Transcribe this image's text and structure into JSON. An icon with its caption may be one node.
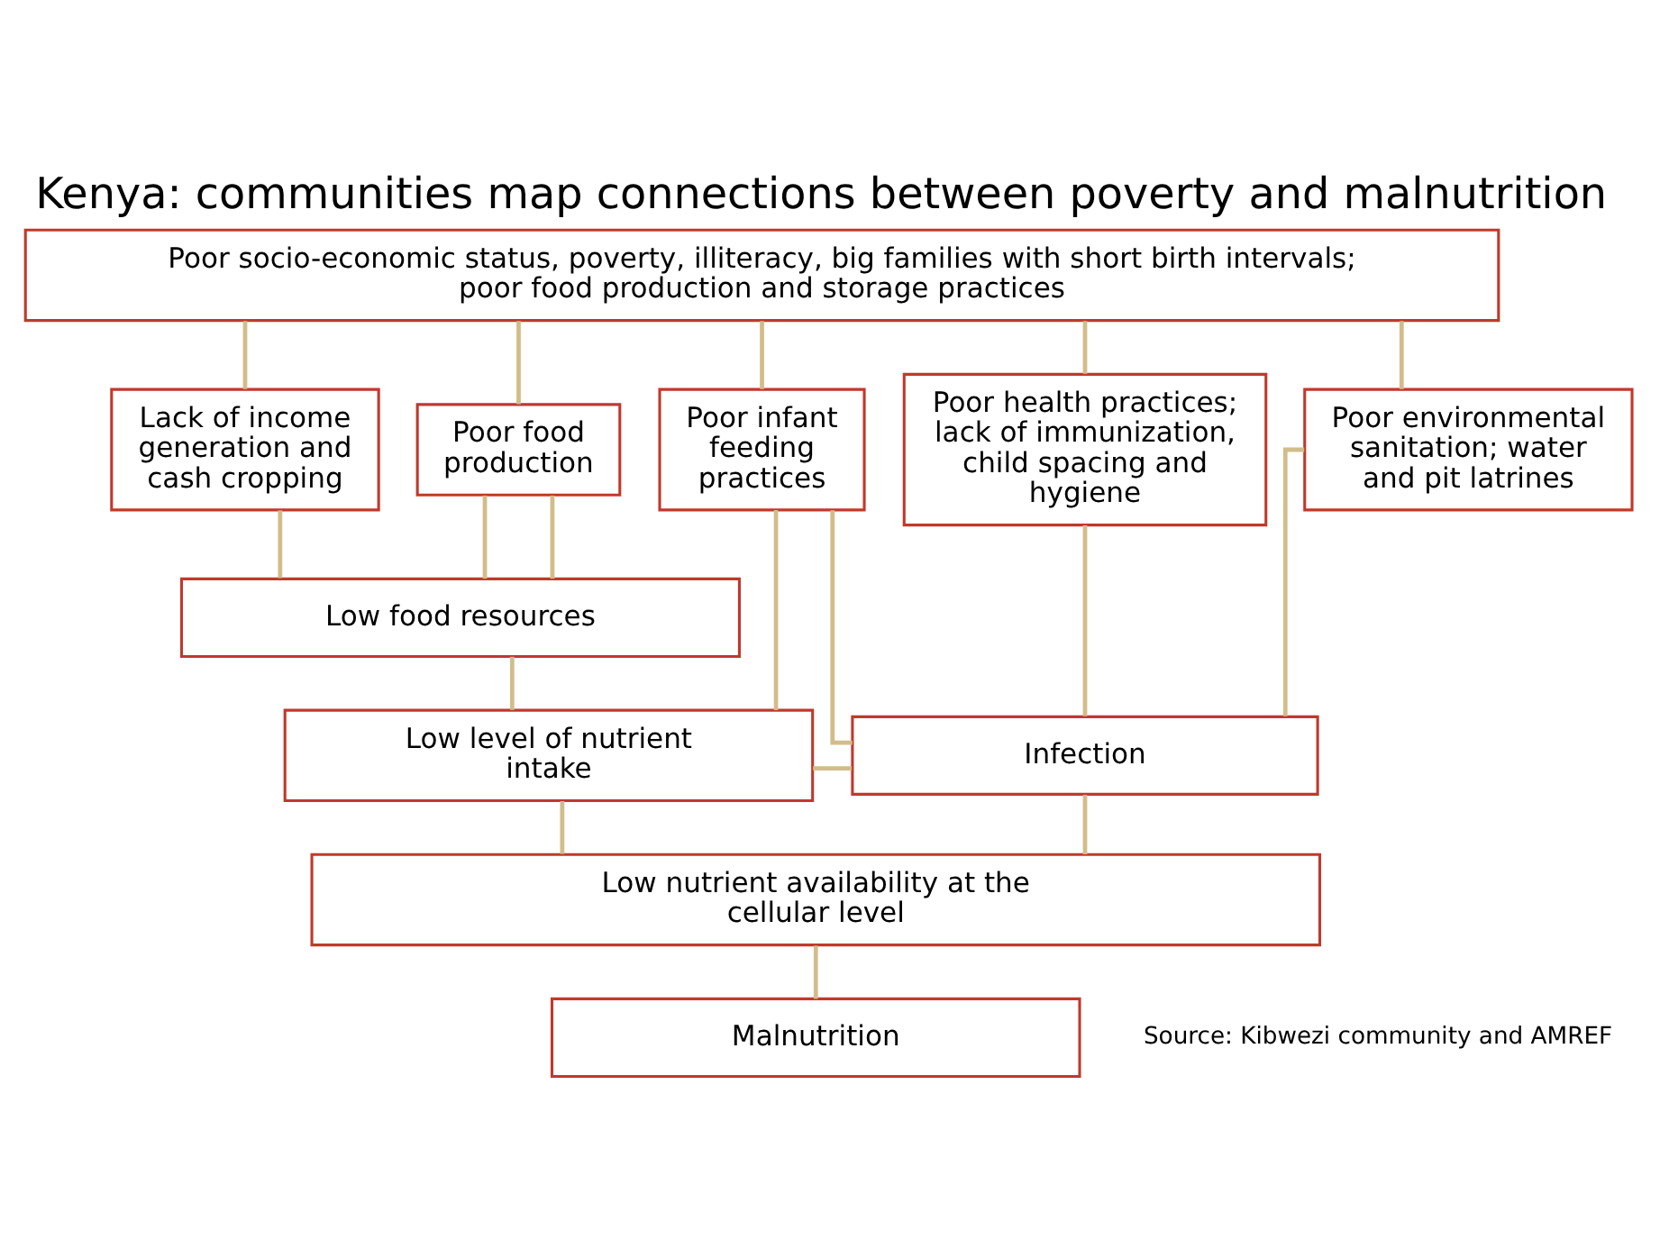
{
  "diagram": {
    "title": "Kenya: communities map connections between poverty and malnutrition",
    "nodes": [
      {
        "text": [
          "Poor socio-economic status, poverty, illiteracy, big families with short birth intervals; poor food production and storage practices"
        ]
      },
      {
        "text": [
          "Lack of income generation and cash cropping"
        ]
      },
      {
        "text": [
          "Poor food production"
        ]
      },
      {
        "text": [
          "Poor infant feeding practices"
        ]
      },
      {
        "text": [
          "Poor health practices; lack of immunization, child spacing and hygiene"
        ]
      },
      {
        "text": [
          "Poor environmental sanitation; water and pit latrines"
        ]
      },
      {
        "text": [
          "Low food resources"
        ]
      },
      {
        "text": [
          "Low level of nutrient intake"
        ]
      },
      {
        "text": [
          "Infection"
        ]
      },
      {
        "text": [
          "Low nutrient availability at the cellular level"
        ]
      },
      {
        "text": [
          "Malnutrition"
        ]
      }
    ],
    "edges": [
      {
        "from": 0,
        "to": 1,
        "arrow": "none"
      },
      {
        "from": 0,
        "to": 2,
        "arrow": "none"
      },
      {
        "from": 0,
        "to": 3,
        "arrow": "none"
      },
      {
        "from": 0,
        "to": 4,
        "arrow": "none"
      },
      {
        "from": 0,
        "to": 5,
        "arrow": "none"
      },
      {
        "from": 1,
        "to": 6,
        "arrow": "none"
      },
      {
        "from": 2,
        "to": 6,
        "arrow": "none"
      },
      {
        "from": 2,
        "to": 6,
        "arrow": "none"
      },
      {
        "from": 6,
        "to": 7,
        "arrow": "none"
      },
      {
        "from": 3,
        "to": 7,
        "arrow": "none"
      },
      {
        "from": 3,
        "to": 8,
        "arrow": "none"
      },
      {
        "from": 7,
        "to": 8,
        "arrow": "none"
      },
      {
        "from": 4,
        "to": 8,
        "arrow": "none"
      },
      {
        "from": 5,
        "to": 8,
        "arrow": "none"
      },
      {
        "from": 7,
        "to": 9,
        "arrow": "none"
      },
      {
        "from": 8,
        "to": 9,
        "arrow": "none"
      },
      {
        "from": 9,
        "to": 10,
        "arrow": "none"
      }
    ],
    "labels": [
      "Source: Kibwezi community and AMREF"
    ]
  }
}
